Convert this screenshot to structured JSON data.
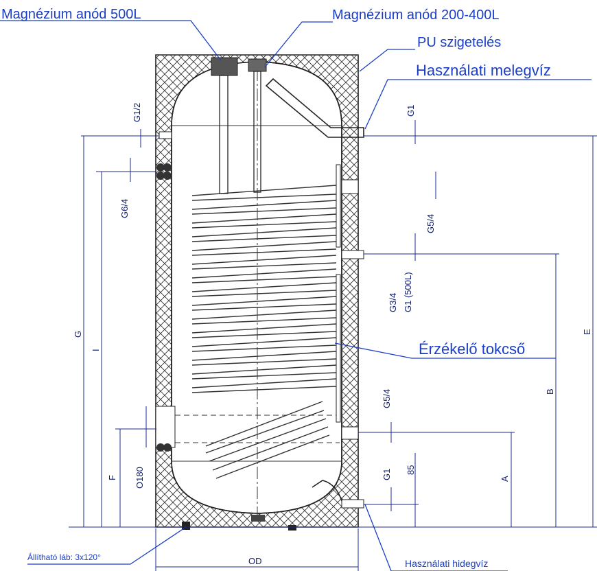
{
  "labels": {
    "anode_500": "Magnézium anód 500L",
    "anode_200_400": "Magnézium anód 200-400L",
    "pu_insulation": "PU szigetelés",
    "hot_water": "Használati melegvíz",
    "sensor_pocket": "Érzékelő tokcső",
    "adjustable_feet": "Állítható láb: 3x120°",
    "cold_water": "Használati hidegvíz"
  },
  "dimensions": {
    "g1_2": "G1/2",
    "g6_4": "G6/4",
    "g1_top": "G1",
    "g5_4_top": "G5/4",
    "g3_4": "G3/4",
    "g1_500": "G1 (500L)",
    "g5_4_bottom": "G5/4",
    "g1_bottom": "G1",
    "d85": "85",
    "o180": "O180",
    "G": "G",
    "I": "I",
    "F": "F",
    "A": "A",
    "B": "B",
    "E": "E",
    "OD": "OD"
  },
  "colors": {
    "callout": "#1a3ec6",
    "dimension": "#1b2a8c",
    "outline": "#222222"
  }
}
